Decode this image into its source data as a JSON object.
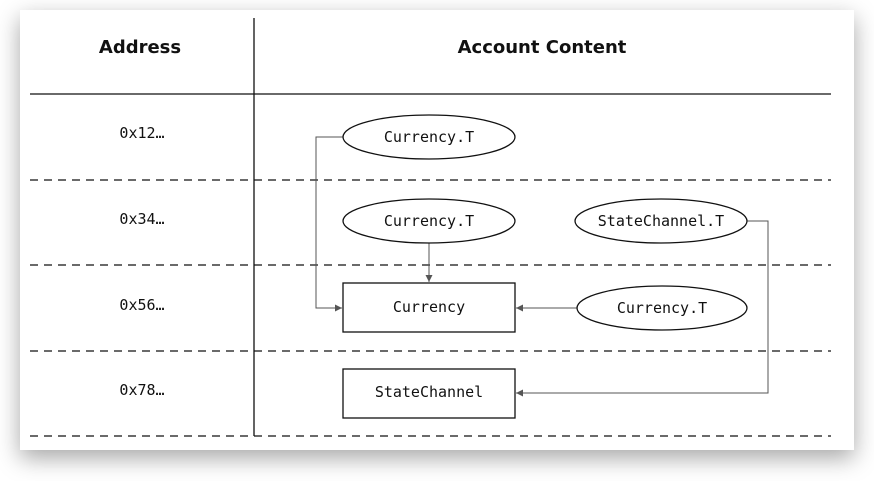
{
  "headers": {
    "address": "Address",
    "account_content": "Account Content"
  },
  "rows": [
    {
      "address": "0x12…"
    },
    {
      "address": "0x34…"
    },
    {
      "address": "0x56…"
    },
    {
      "address": "0x78…"
    }
  ],
  "nodes": {
    "resource_currency_t_1": "Currency.T",
    "resource_currency_t_2": "Currency.T",
    "resource_statechannel_t": "StateChannel.T",
    "module_currency": "Currency",
    "resource_currency_t_3": "Currency.T",
    "module_statechannel": "StateChannel"
  },
  "colors": {
    "line": "#111111",
    "connector": "#555555",
    "background": "#ffffff"
  }
}
